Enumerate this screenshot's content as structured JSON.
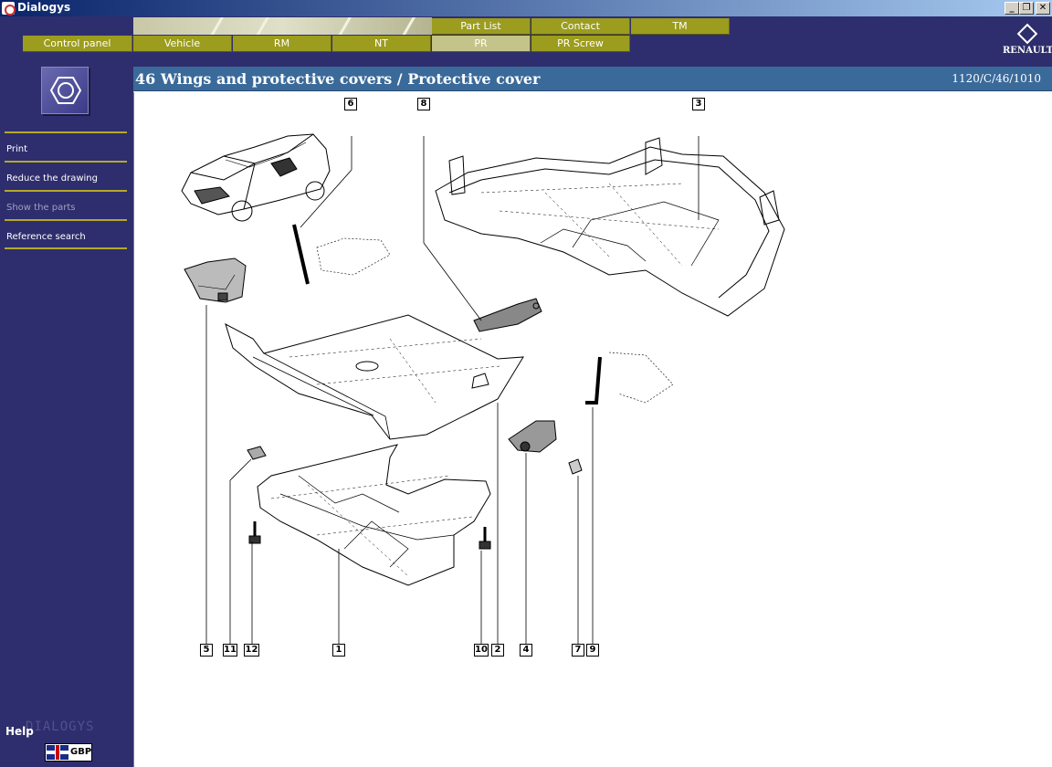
{
  "window": {
    "title": "Dialogys"
  },
  "tabs_top": [
    {
      "label": "Part List"
    },
    {
      "label": "Contact"
    },
    {
      "label": "TM"
    }
  ],
  "tabs_bottom": [
    {
      "label": "Control panel"
    },
    {
      "label": "Vehicle"
    },
    {
      "label": "RM"
    },
    {
      "label": "NT"
    },
    {
      "label": "PR"
    },
    {
      "label": "PR Screw"
    }
  ],
  "brand": {
    "name": "RENAULT"
  },
  "sidebar": {
    "items": [
      {
        "label": "Print"
      },
      {
        "label": "Reduce the drawing"
      },
      {
        "label": "Show the parts"
      },
      {
        "label": "Reference search"
      }
    ],
    "help_label": "Help",
    "watermark": "DIALOGYS",
    "language": "GBP"
  },
  "page": {
    "title": "46 Wings and protective covers / Protective cover",
    "reference": "1120/C/46/1010"
  },
  "callouts": {
    "top": [
      "6",
      "8",
      "3"
    ],
    "bottom": [
      "5",
      "11",
      "12",
      "1",
      "10",
      "2",
      "4",
      "7",
      "9"
    ]
  }
}
